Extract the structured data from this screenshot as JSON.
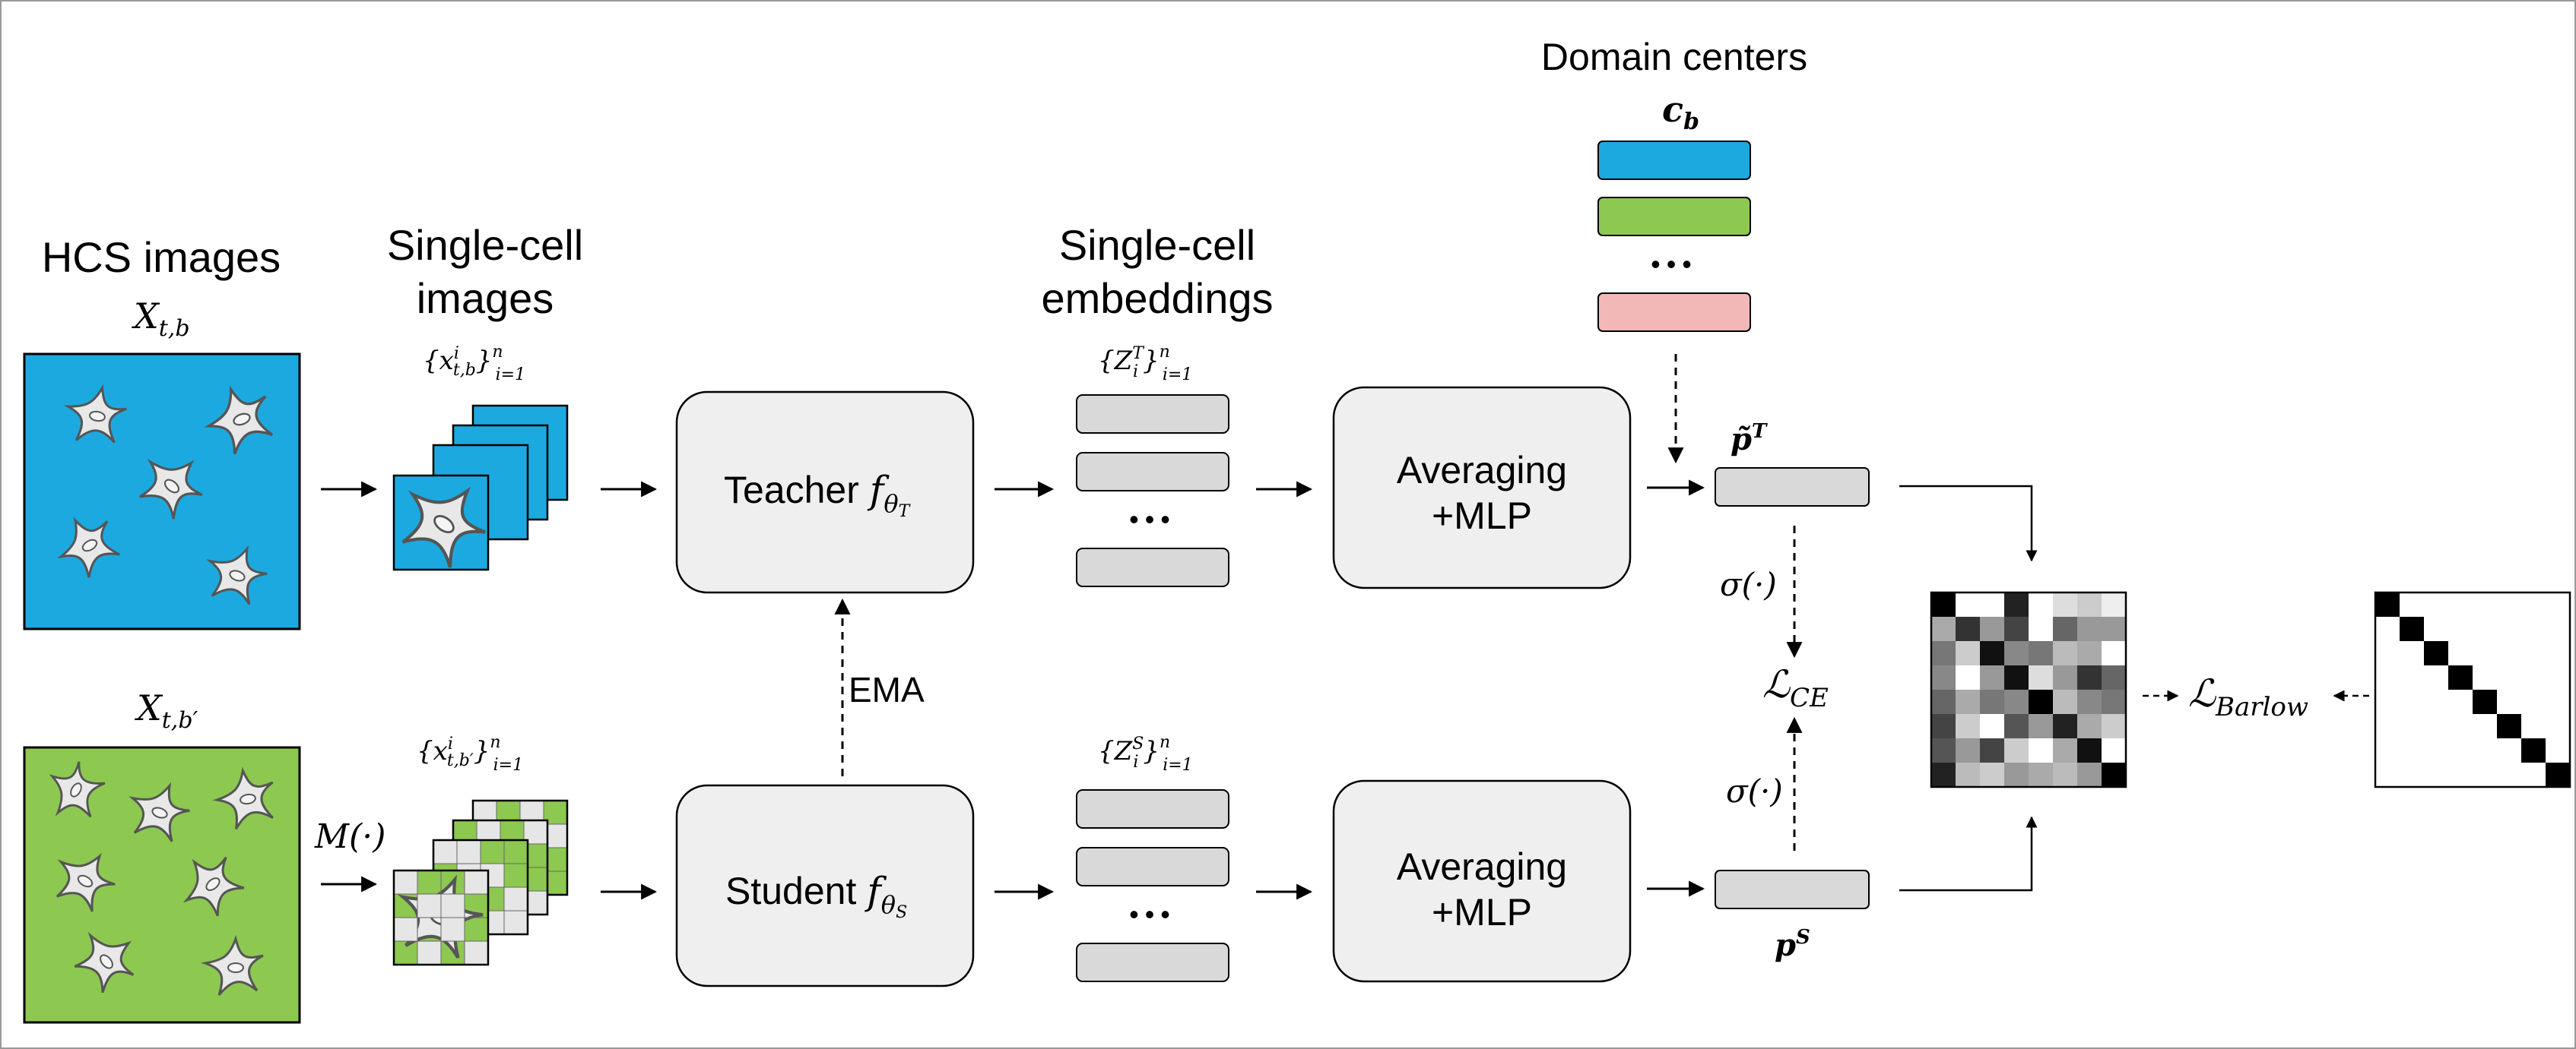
{
  "titles": {
    "hcs_images": "HCS images",
    "single_cell_images_1": "Single-cell",
    "single_cell_images_2": "images",
    "single_cell_embeddings_1": "Single-cell",
    "single_cell_embeddings_2": "embeddings",
    "domain_centers": "Domain centers"
  },
  "math": {
    "x_tb": "X",
    "x_tb_sub": "t,b",
    "x_tbp": "X",
    "x_tbp_sub": "t,b′",
    "set_teacher_input": "{x",
    "set_teacher_input_sup": "i",
    "set_teacher_input_sub": "t,b",
    "set_teacher_input_close": "}",
    "set_teacher_input_n": "n",
    "set_teacher_input_i": "i=1",
    "set_student_input": "{x",
    "set_student_input_sup": "i",
    "set_student_input_sub": "t,b′",
    "set_student_input_close": "}",
    "set_student_input_n": "n",
    "set_student_input_i": "i=1",
    "z_teacher": "{Z",
    "z_teacher_sup": "T",
    "z_teacher_sub": "i",
    "z_teacher_close": "}",
    "z_teacher_n": "n",
    "z_teacher_i": "i=1",
    "z_student": "{Z",
    "z_student_sup": "S",
    "z_student_sub": "i",
    "z_student_close": "}",
    "z_student_n": "n",
    "z_student_i": "i=1",
    "c_b": "c",
    "c_b_sub": "b",
    "mask": "M(·)",
    "p_teacher": "p̃",
    "p_teacher_sup": "T",
    "p_student": "p",
    "p_student_sup": "S",
    "sigma_top": "σ(·)",
    "sigma_bottom": "σ(·)",
    "l_ce": "ℒ",
    "l_ce_sub": "CE",
    "l_barlow": "ℒ",
    "l_barlow_sub": "Barlow"
  },
  "blocks": {
    "teacher": "Teacher",
    "teacher_f": "f",
    "teacher_f_sub": "θ",
    "teacher_f_subsub": "T",
    "student": "Student",
    "student_f": "f",
    "student_f_sub": "θ",
    "student_f_subsub": "S",
    "avg_top_1": "Averaging",
    "avg_top_2": "+MLP",
    "avg_bottom_1": "Averaging",
    "avg_bottom_2": "+MLP",
    "ema": "EMA"
  },
  "ellipsis": {
    "teacher_embed": "•••",
    "student_embed": "•••",
    "domain_centers": "•••"
  },
  "colors": {
    "blue": "#1CA9E0",
    "green": "#8DC850",
    "pink": "#F2B8B8",
    "block_fill": "#EFEFEF",
    "embed_fill": "#D9D9D9",
    "cell_fill": "#E6E6E6"
  },
  "matrix_gray": [
    [
      "#000000",
      "#ffffff",
      "#ffffff",
      "#222222",
      "#ffffff",
      "#dddddd",
      "#cccccc",
      "#eeeeee"
    ],
    [
      "#aaaaaa",
      "#333333",
      "#999999",
      "#444444",
      "#ffffff",
      "#666666",
      "#999999",
      "#999999"
    ],
    [
      "#777777",
      "#cccccc",
      "#111111",
      "#888888",
      "#777777",
      "#bbbbbb",
      "#aaaaaa",
      "#ffffff"
    ],
    [
      "#888888",
      "#ffffff",
      "#999999",
      "#111111",
      "#dddddd",
      "#999999",
      "#333333",
      "#666666"
    ],
    [
      "#666666",
      "#aaaaaa",
      "#777777",
      "#888888",
      "#000000",
      "#bbbbbb",
      "#888888",
      "#777777"
    ],
    [
      "#444444",
      "#cccccc",
      "#ffffff",
      "#555555",
      "#999999",
      "#222222",
      "#aaaaaa",
      "#cccccc"
    ],
    [
      "#555555",
      "#999999",
      "#444444",
      "#cccccc",
      "#ffffff",
      "#aaaaaa",
      "#111111",
      "#ffffff"
    ],
    [
      "#222222",
      "#bbbbbb",
      "#cccccc",
      "#999999",
      "#aaaaaa",
      "#bbbbbb",
      "#999999",
      "#000000"
    ]
  ],
  "identity_size": 8
}
